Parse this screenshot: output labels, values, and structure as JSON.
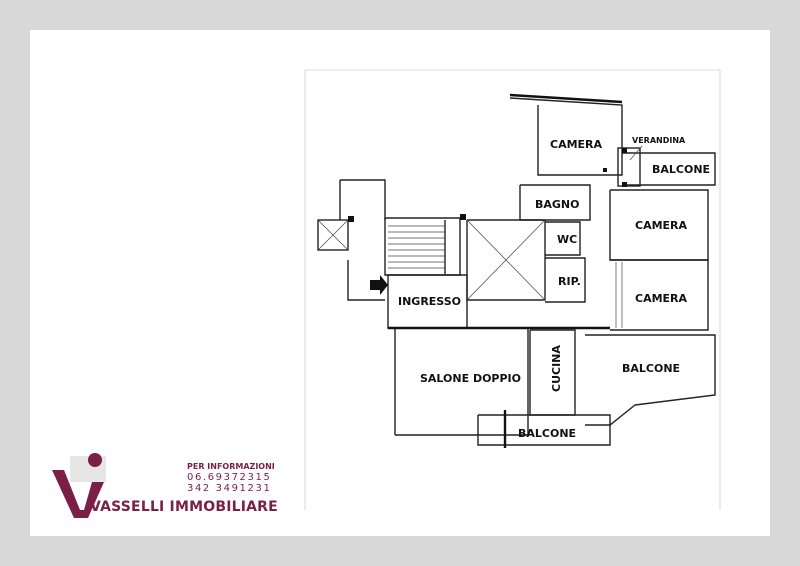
{
  "floor_plan": {
    "rooms": {
      "camera_top": "CAMERA",
      "verandina": "VERANDINA",
      "balcone_top": "BALCONE",
      "bagno": "BAGNO",
      "camera_mid": "CAMERA",
      "wc": "WC",
      "rip": "RIP.",
      "camera_right": "CAMERA",
      "ingresso": "INGRESSO",
      "salone": "SALONE DOPPIO",
      "cucina": "CUCINA",
      "balcone_right": "BALCONE",
      "balcone_bottom": "BALCONE"
    }
  },
  "agency": {
    "name": "VASSELLI IMMOBILIARE",
    "info_label": "PER INFORMAZIONI",
    "phone_1": "06.69372315",
    "phone_2": "342 3491231"
  },
  "colors": {
    "brand": "#7a1f45",
    "background": "#d8d8d8",
    "sheet": "#ffffff"
  }
}
